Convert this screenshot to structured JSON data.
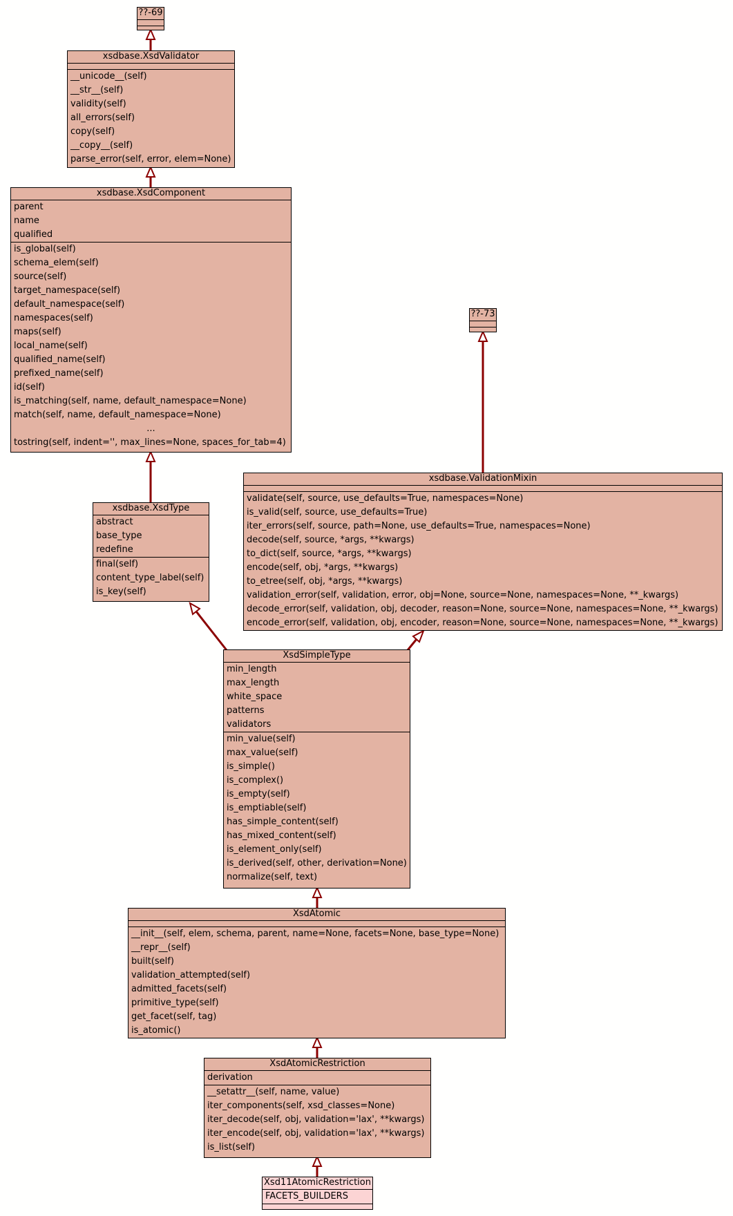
{
  "classes": {
    "c69": {
      "title": "??-69",
      "attributes": [],
      "methods": []
    },
    "validator": {
      "title": "xsdbase.XsdValidator",
      "attributes": [],
      "methods": [
        "__unicode__(self)",
        "__str__(self)",
        "validity(self)",
        "all_errors(self)",
        "copy(self)",
        "__copy__(self)",
        "parse_error(self, error, elem=None)"
      ]
    },
    "component": {
      "title": "xsdbase.XsdComponent",
      "attributes": [
        "parent",
        "name",
        "qualified"
      ],
      "methods": [
        "is_global(self)",
        "schema_elem(self)",
        "source(self)",
        "target_namespace(self)",
        "default_namespace(self)",
        "namespaces(self)",
        "maps(self)",
        "local_name(self)",
        "qualified_name(self)",
        "prefixed_name(self)",
        "id(self)",
        "is_matching(self, name, default_namespace=None)",
        "match(self, name, default_namespace=None)",
        "...",
        "tostring(self, indent='', max_lines=None, spaces_for_tab=4)"
      ]
    },
    "c73": {
      "title": "??-73",
      "attributes": [],
      "methods": []
    },
    "xsdtype": {
      "title": "xsdbase.XsdType",
      "attributes": [
        "abstract",
        "base_type",
        "redefine"
      ],
      "methods": [
        "final(self)",
        "content_type_label(self)",
        "is_key(self)"
      ]
    },
    "mixin": {
      "title": "xsdbase.ValidationMixin",
      "attributes": [],
      "methods": [
        "validate(self, source, use_defaults=True, namespaces=None)",
        "is_valid(self, source, use_defaults=True)",
        "iter_errors(self, source, path=None, use_defaults=True, namespaces=None)",
        "decode(self, source, *args, **kwargs)",
        "to_dict(self, source, *args, **kwargs)",
        "encode(self, obj, *args, **kwargs)",
        "to_etree(self, obj, *args, **kwargs)",
        "validation_error(self, validation, error, obj=None, source=None, namespaces=None, **_kwargs)",
        "decode_error(self, validation, obj, decoder, reason=None, source=None, namespaces=None, **_kwargs)",
        "encode_error(self, validation, obj, encoder, reason=None, source=None, namespaces=None, **_kwargs)"
      ]
    },
    "simple": {
      "title": "XsdSimpleType",
      "attributes": [
        "min_length",
        "max_length",
        "white_space",
        "patterns",
        "validators"
      ],
      "methods": [
        "min_value(self)",
        "max_value(self)",
        "is_simple()",
        "is_complex()",
        "is_empty(self)",
        "is_emptiable(self)",
        "has_simple_content(self)",
        "has_mixed_content(self)",
        "is_element_only(self)",
        "is_derived(self, other, derivation=None)",
        "normalize(self, text)"
      ]
    },
    "atomic": {
      "title": "XsdAtomic",
      "attributes": [],
      "methods": [
        "__init__(self, elem, schema, parent, name=None, facets=None, base_type=None)",
        "__repr__(self)",
        "built(self)",
        "validation_attempted(self)",
        "admitted_facets(self)",
        "primitive_type(self)",
        "get_facet(self, tag)",
        "is_atomic()"
      ]
    },
    "restriction": {
      "title": "XsdAtomicRestriction",
      "attributes": [
        "derivation"
      ],
      "methods": [
        "__setattr__(self, name, value)",
        "iter_components(self, xsd_classes=None)",
        "iter_decode(self, obj, validation='lax', **kwargs)",
        "iter_encode(self, obj, validation='lax', **kwargs)",
        "is_list(self)"
      ]
    },
    "r11": {
      "title": "Xsd11AtomicRestriction",
      "attributes": [
        "FACETS_BUILDERS"
      ],
      "methods": []
    }
  },
  "colors": {
    "node_fill": "#e3b3a3",
    "focus_fill": "#fcd4d4",
    "edge": "#8b0000"
  }
}
